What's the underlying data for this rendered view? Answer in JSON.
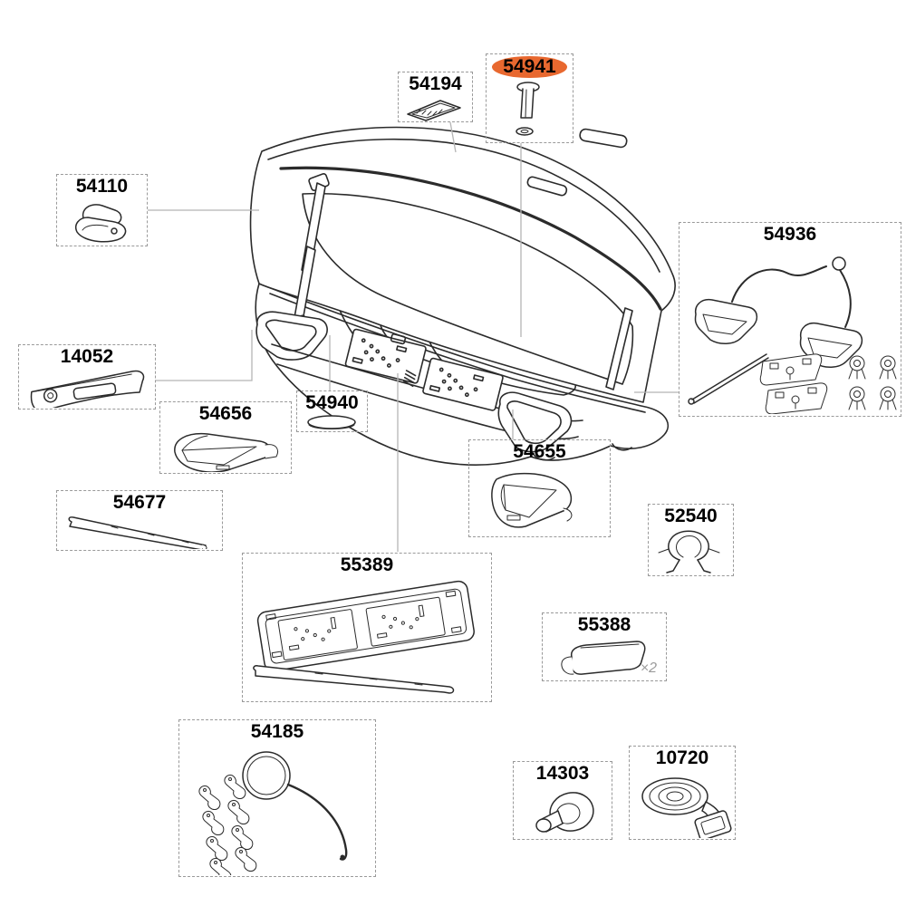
{
  "diagram": {
    "background": "#ffffff",
    "highlight_color": "#e8682f",
    "main_illustration": "open-cargo-box",
    "parts": [
      {
        "number": "54110",
        "icon": "hook-lock-icon",
        "highlighted": false,
        "quantity": ""
      },
      {
        "number": "54194",
        "icon": "thule-logo-plate-icon",
        "highlighted": false,
        "quantity": ""
      },
      {
        "number": "54941",
        "icon": "bolt-and-washer-icon",
        "highlighted": true,
        "quantity": ""
      },
      {
        "number": "54936",
        "icon": "light-wiring-kit-icon",
        "highlighted": false,
        "quantity": ""
      },
      {
        "number": "14052",
        "icon": "lock-handle-panel-icon",
        "highlighted": false,
        "quantity": ""
      },
      {
        "number": "54656",
        "icon": "bumper-end-cap-right-icon",
        "highlighted": false,
        "quantity": ""
      },
      {
        "number": "54940",
        "icon": "oval-cover-cap-icon",
        "highlighted": false,
        "quantity": ""
      },
      {
        "number": "54655",
        "icon": "bumper-end-cap-left-icon",
        "highlighted": false,
        "quantity": ""
      },
      {
        "number": "54677",
        "icon": "trim-strip-icon",
        "highlighted": false,
        "quantity": ""
      },
      {
        "number": "52540",
        "icon": "cable-clip-icon",
        "highlighted": false,
        "quantity": ""
      },
      {
        "number": "55389",
        "icon": "license-plate-holder-icon",
        "highlighted": false,
        "quantity": ""
      },
      {
        "number": "55388",
        "icon": "rubber-block-icon",
        "highlighted": false,
        "quantity": "×2"
      },
      {
        "number": "54185",
        "icon": "cord-and-cleats-kit-icon",
        "highlighted": false,
        "quantity": ""
      },
      {
        "number": "14303",
        "icon": "knob-grommet-icon",
        "highlighted": false,
        "quantity": ""
      },
      {
        "number": "10720",
        "icon": "strap-with-buckle-icon",
        "highlighted": false,
        "quantity": ""
      }
    ]
  }
}
